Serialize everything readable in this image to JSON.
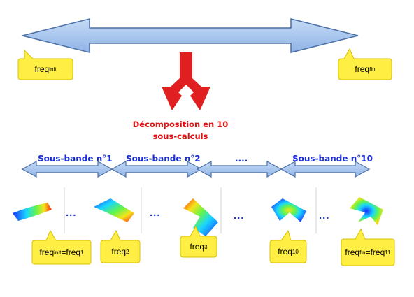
{
  "top_range": {
    "start_label": {
      "main": "freq",
      "sub": "init"
    },
    "end_label": {
      "main": "freq",
      "sub": "fin"
    }
  },
  "decomposition": {
    "line1": "Décomposition en 10",
    "line2": "sous-calculs"
  },
  "sub_bands": {
    "band1": "Sous-bande n°1",
    "band2": "Sous-bande n°2",
    "ellipsis": "....",
    "band10": "Sous-bande n°10"
  },
  "mode_shapes": {
    "separator": "..."
  },
  "bottom_labels": {
    "label1": {
      "main": "freq",
      "sub": "init",
      "eq": "=freq",
      "eq_sub": "1"
    },
    "label2": {
      "main": "freq",
      "sub": "2"
    },
    "label3": {
      "main": "freq",
      "sub": "3"
    },
    "label4": {
      "main": "freq",
      "sub": "10"
    },
    "label5": {
      "main": "freq",
      "sub": "fin",
      "eq": "=freq",
      "eq_sub": "11"
    }
  },
  "colors": {
    "arrow_fill": "#a8c8f0",
    "arrow_stroke": "#4a6fa5",
    "callout_fill": "#ffee44",
    "callout_stroke": "#d8c000",
    "red_arrow": "#e02020",
    "title_text": "#1a2fd8"
  }
}
